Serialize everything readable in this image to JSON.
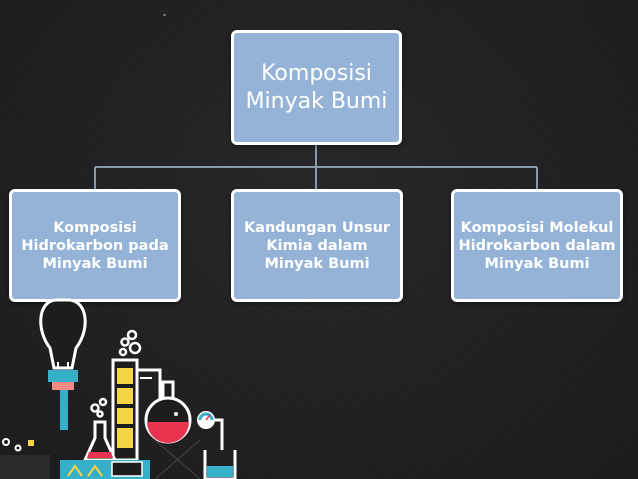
{
  "diagram": {
    "root": {
      "label": "Komposisi Minyak Bumi"
    },
    "children": [
      {
        "label": "Komposisi Hidrokarbon pada Minyak Bumi"
      },
      {
        "label": "Kandungan Unsur Kimia dalam Minyak Bumi"
      },
      {
        "label": "Komposisi Molekul Hidrokarbon dalam Minyak Bumi"
      }
    ]
  },
  "colors": {
    "background": "#1d1d1f",
    "box_fill": "#95b3d7",
    "box_border": "#ffffff",
    "connector": "#8a9aaa"
  },
  "decoration": {
    "illustration": "laboratory-equipment-illustration"
  }
}
